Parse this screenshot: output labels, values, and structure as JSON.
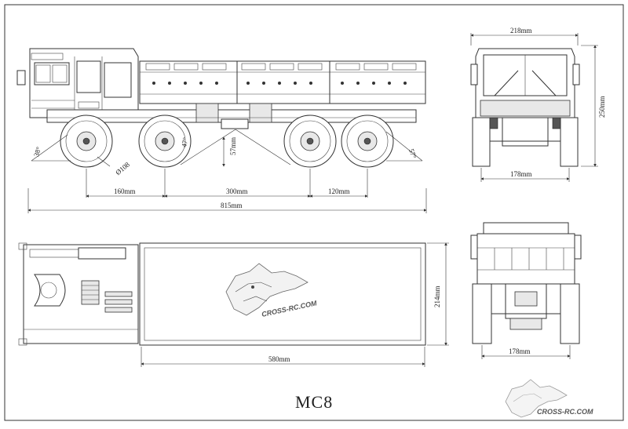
{
  "colors": {
    "line": "#333333",
    "background": "#ffffff"
  },
  "side_view": {
    "wheel_dia": "Ø108",
    "approach_angle": "38°",
    "departure_angle": "57°",
    "breakover_angle": "47°",
    "ground_clearance": "57mm",
    "spacing_1": "160mm",
    "spacing_2": "300mm",
    "spacing_3": "120mm",
    "overall_length": "815mm"
  },
  "front_view": {
    "width": "218mm",
    "height": "250mm",
    "track": "178mm"
  },
  "top_view": {
    "bed_length": "580mm",
    "bed_width": "214mm",
    "watermark": "CROSS-RC.COM"
  },
  "rear_view": {
    "track": "178mm"
  },
  "model_name": "MC8",
  "logo_text": "CROSS-RC.COM"
}
